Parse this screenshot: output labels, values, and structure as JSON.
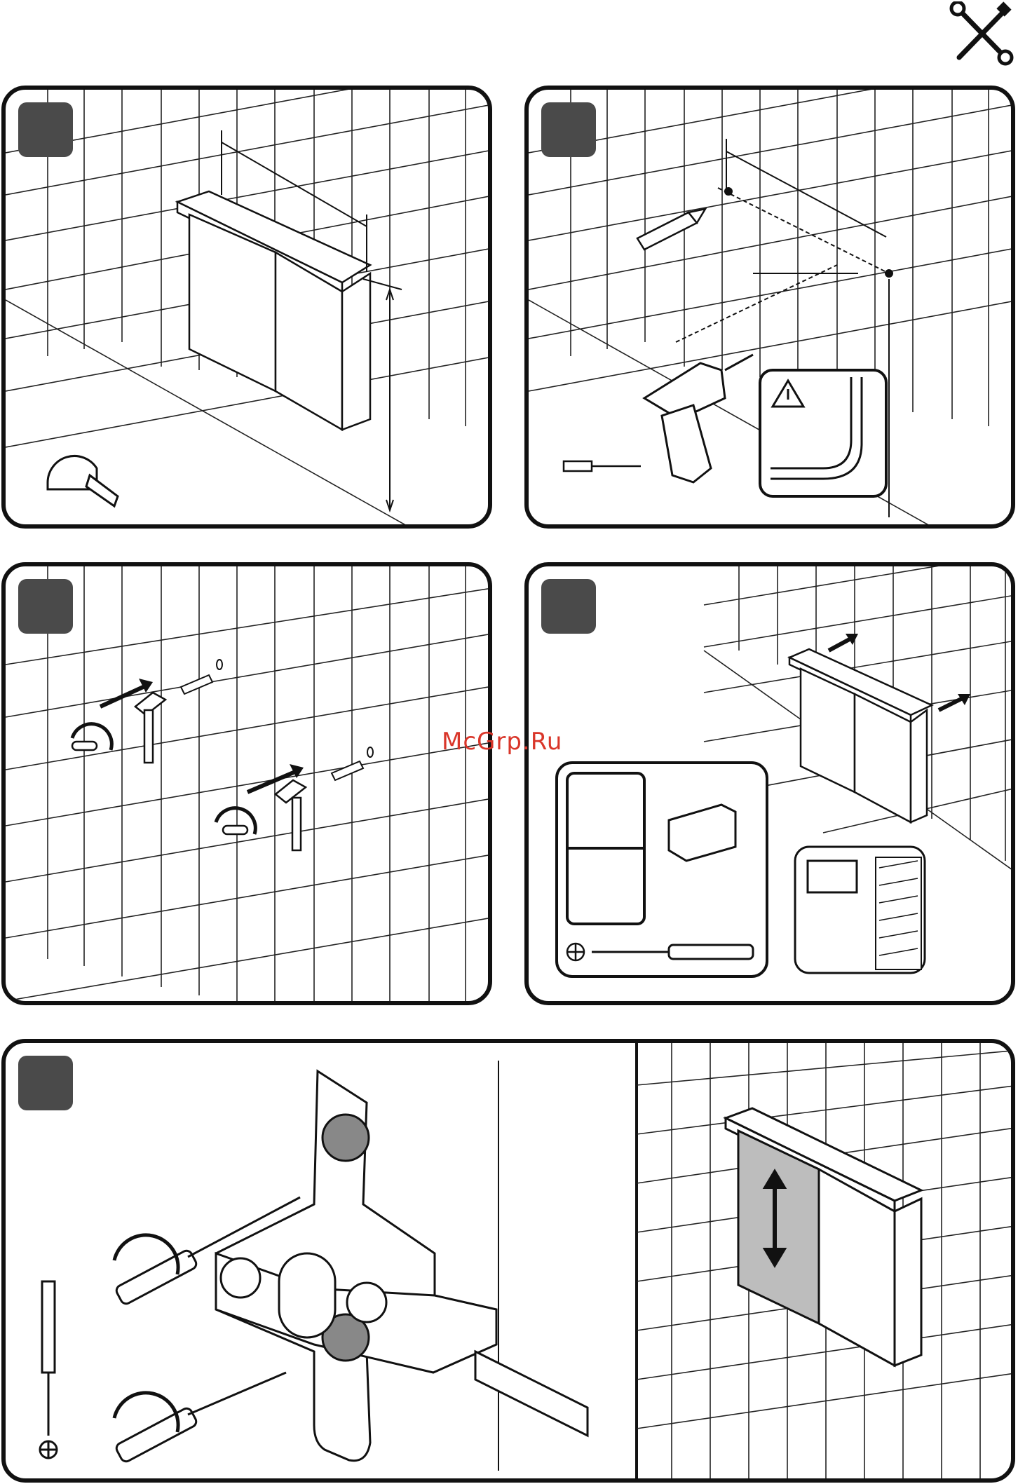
{
  "page": {
    "watermark": "McGrp.Ru",
    "tools_icon": "wrench-screwdriver-icon"
  },
  "colors": {
    "line": "#111111",
    "badge": "#4a4a4a",
    "door_highlight": "#bdbdbd",
    "watermark": "#d9362a"
  },
  "steps": [
    {
      "id": 1,
      "icons": [
        "tape-measure-icon",
        "cabinet-icon",
        "dimension-arrow-icon"
      ]
    },
    {
      "id": 2,
      "icons": [
        "pencil-icon",
        "drill-icon",
        "drill-bit-icon",
        "warning-icon"
      ]
    },
    {
      "id": 3,
      "icons": [
        "wall-plug-icon",
        "screw-hook-icon",
        "hammer-icon",
        "rotate-arrow-icon"
      ]
    },
    {
      "id": 4,
      "icons": [
        "cabinet-icon",
        "hanger-bracket-icon",
        "screwdriver-icon",
        "phillips-icon"
      ]
    },
    {
      "id": 5,
      "icons": [
        "hinge-icon",
        "screwdriver-icon",
        "rotate-arrow-icon",
        "phillips-icon"
      ]
    },
    {
      "id": 6,
      "icons": [
        "cabinet-icon",
        "door-adjust-arrow-icon"
      ]
    }
  ]
}
